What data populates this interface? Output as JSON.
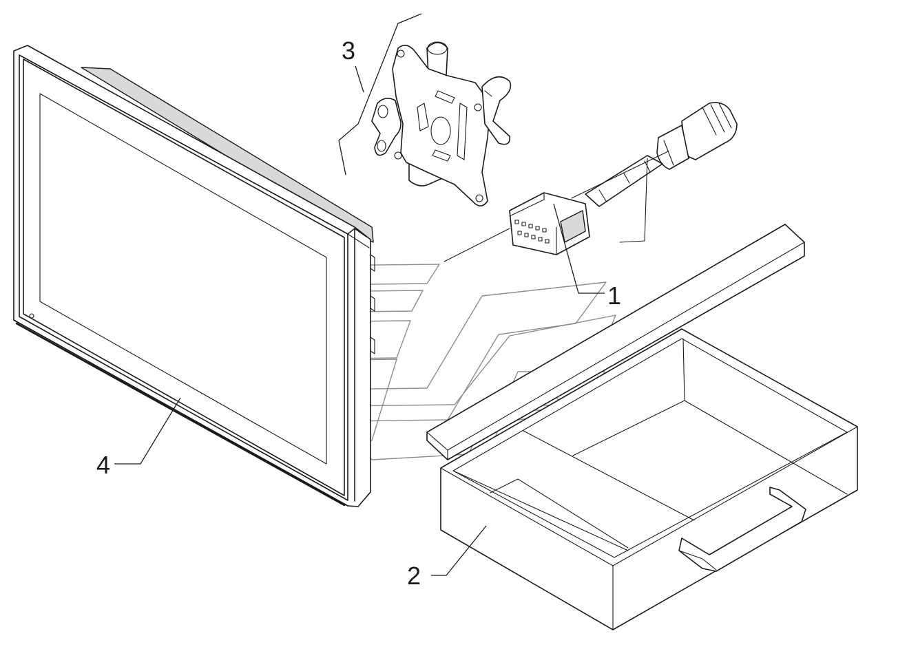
{
  "callouts": {
    "cable": "1",
    "case": "2",
    "bracket": "3",
    "display": "4"
  },
  "colors": {
    "line": "#1a1a1a",
    "watermark": "#8c8c8c",
    "background": "#ffffff"
  }
}
